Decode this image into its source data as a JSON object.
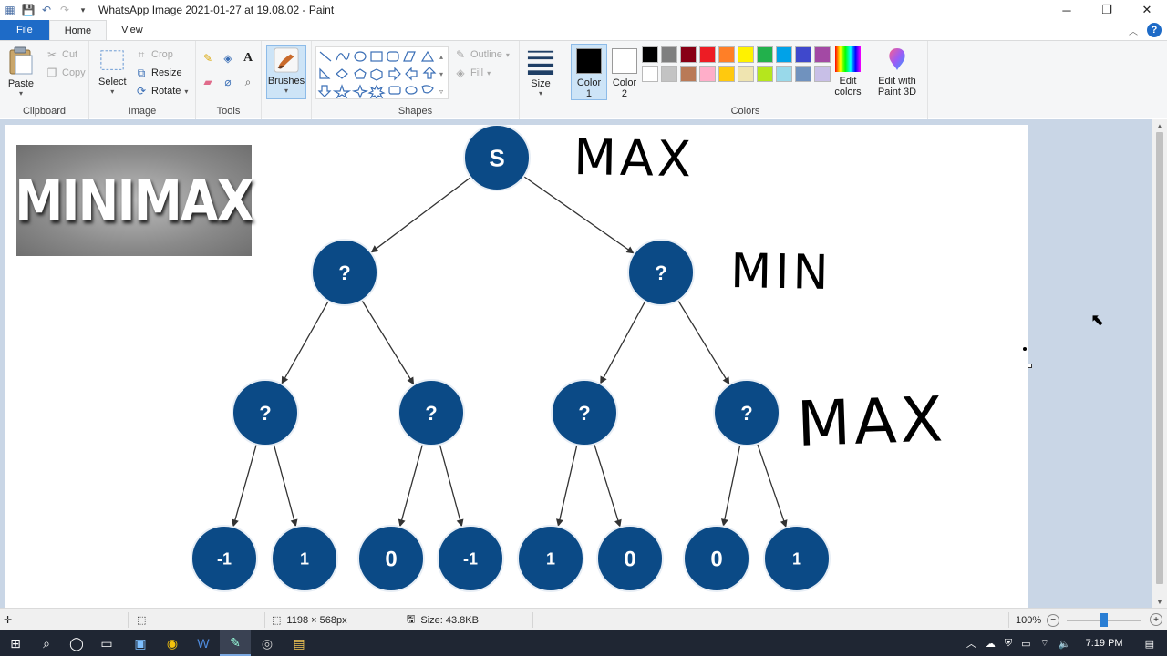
{
  "window": {
    "title": "WhatsApp Image 2021-01-27 at 19.08.02 - Paint"
  },
  "tabs": [
    {
      "label": "File"
    },
    {
      "label": "Home"
    },
    {
      "label": "View"
    }
  ],
  "ribbon": {
    "clipboard": {
      "paste": "Paste",
      "cut": "Cut",
      "copy": "Copy",
      "group": "Clipboard"
    },
    "image": {
      "select": "Select",
      "crop": "Crop",
      "resize": "Resize",
      "rotate": "Rotate",
      "group": "Image"
    },
    "tools": {
      "group": "Tools"
    },
    "brushes": {
      "label": "Brushes"
    },
    "shapes": {
      "outline": "Outline",
      "fill": "Fill",
      "group": "Shapes"
    },
    "size": {
      "label": "Size"
    },
    "color1": {
      "label": "Color\n1",
      "value": "#000000"
    },
    "color2": {
      "label": "Color\n2",
      "value": "#ffffff"
    },
    "colors_group": "Colors",
    "edit_colors": "Edit\ncolors",
    "paint3d": "Edit with\nPaint 3D",
    "palette_row1": [
      "#000000",
      "#7f7f7f",
      "#880015",
      "#ed1c24",
      "#ff7f27",
      "#fff200",
      "#22b14c",
      "#00a2e8",
      "#3f48cc",
      "#a349a4"
    ],
    "palette_row2": [
      "#ffffff",
      "#c3c3c3",
      "#b97a57",
      "#ffaec9",
      "#ffc90e",
      "#efe4b0",
      "#b5e61d",
      "#99d9ea",
      "#7092be",
      "#c8bfe7"
    ]
  },
  "canvas": {
    "logo_text": "MINIMAX",
    "root_label": "S",
    "unknown_label": "?",
    "leaf_values": [
      "-1",
      "1",
      "0",
      "-1",
      "1",
      "0",
      "0",
      "1"
    ],
    "level_labels": [
      "MAX",
      "MIN",
      "MAX"
    ],
    "node_color": "#0b4a86"
  },
  "status": {
    "dimensions": "1198 × 568px",
    "size": "Size: 43.8KB",
    "zoom": "100%"
  },
  "taskbar": {
    "time": "7:19 PM"
  }
}
